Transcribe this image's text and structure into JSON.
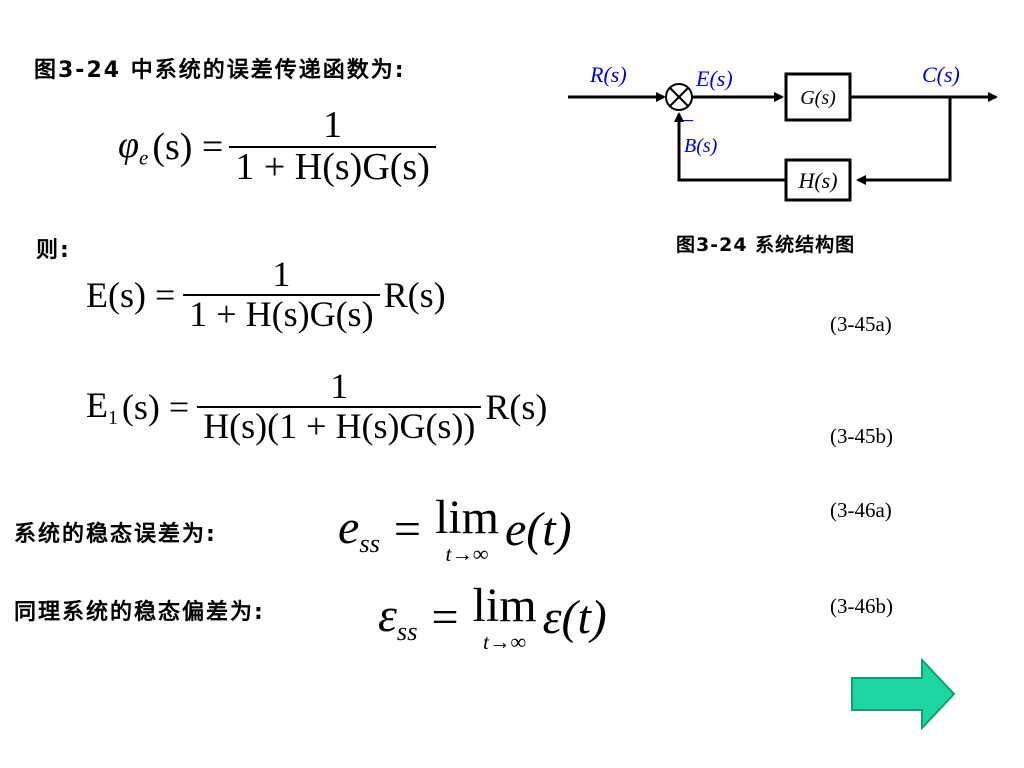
{
  "intro_text": "图3-24 中系统的误差传递函数为:",
  "then_text": "则:",
  "formula_phi": {
    "lhs_symbol": "φ",
    "lhs_sub": "e",
    "lhs_arg": "(s) =",
    "num": "1",
    "den": "1 + H(s)G(s)"
  },
  "formula_E": {
    "lhs": "E(s) =",
    "num": "1",
    "den": "1 + H(s)G(s)",
    "rhs": "R(s)",
    "eq_number": "(3-45a)"
  },
  "formula_E1": {
    "lhs_symbol": "E",
    "lhs_sub": "1",
    "lhs_arg": "(s) =",
    "num": "1",
    "den": "H(s)(1 + H(s)G(s))",
    "rhs": "R(s)",
    "eq_number": "(3-45b)"
  },
  "steady_error": {
    "label": "系统的稳态误差为:",
    "symbol": "e",
    "sub": "ss",
    "eq": "=",
    "lim": "lim",
    "lim_under": "t→∞",
    "func": "e(t)",
    "eq_number": "(3-46a)"
  },
  "steady_deviation": {
    "label": "同理系统的稳态偏差为:",
    "symbol": "ε",
    "sub": "ss",
    "eq": "=",
    "lim": "lim",
    "lim_under": "t→∞",
    "func": "ε(t)",
    "eq_number": "(3-46b)"
  },
  "diagram": {
    "caption": "图3-24 系统结构图",
    "input_label": "R(s)",
    "error_label": "E(s)",
    "forward_block": "G(s)",
    "output_label": "C(s)",
    "minus_sign": "−",
    "feedback_label": "B(s)",
    "feedback_block": "H(s)"
  },
  "colors": {
    "next_arrow_fill": "#1dd6a0",
    "next_arrow_edge": "#0f9e76"
  },
  "icons": {
    "next": "right-arrow-icon",
    "summing_junction": "summing-junction-icon"
  }
}
